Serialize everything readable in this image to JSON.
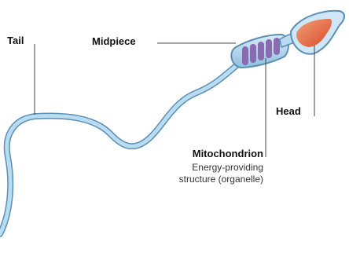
{
  "labels": {
    "tail": "Tail",
    "midpiece": "Midpiece",
    "head": "Head",
    "mitochondrion": "Mitochondrion",
    "mitochondrion_desc_line1": "Energy-providing",
    "mitochondrion_desc_line2": "structure (organelle)"
  },
  "colors": {
    "tail_fill": "#a9d3ee",
    "tail_edge": "#5b8fb3",
    "mitochondria": "#8a6bb0",
    "head_fill": "#cfe6f6",
    "nucleus": "#e8643a",
    "leader_line": "#444444"
  }
}
